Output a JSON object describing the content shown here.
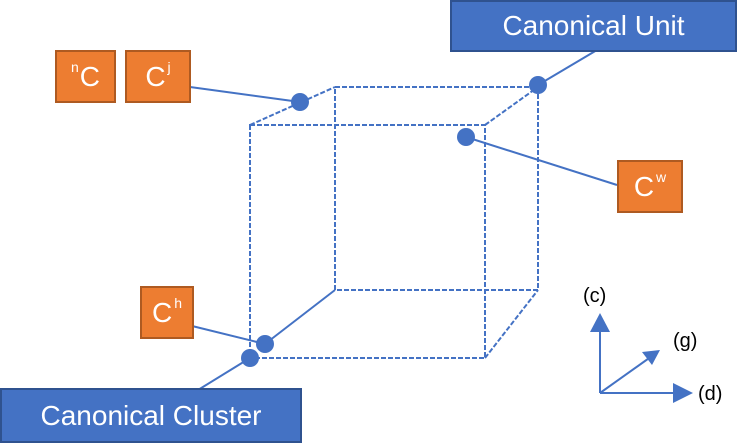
{
  "labels": {
    "canonical_unit": "Canonical Unit",
    "canonical_cluster": "Canonical Cluster",
    "nC": {
      "base": "C",
      "pre": "n"
    },
    "Cj": {
      "base": "C",
      "sup": "j"
    },
    "Cw": {
      "base": "C",
      "sup": "w"
    },
    "Ch": {
      "base": "C",
      "sup": "h"
    }
  },
  "axes": {
    "c": "(c)",
    "g": "(g)",
    "d": "(d)"
  },
  "colors": {
    "orange": "#ED7D31",
    "blue": "#4472C4",
    "line": "#4472C4"
  }
}
